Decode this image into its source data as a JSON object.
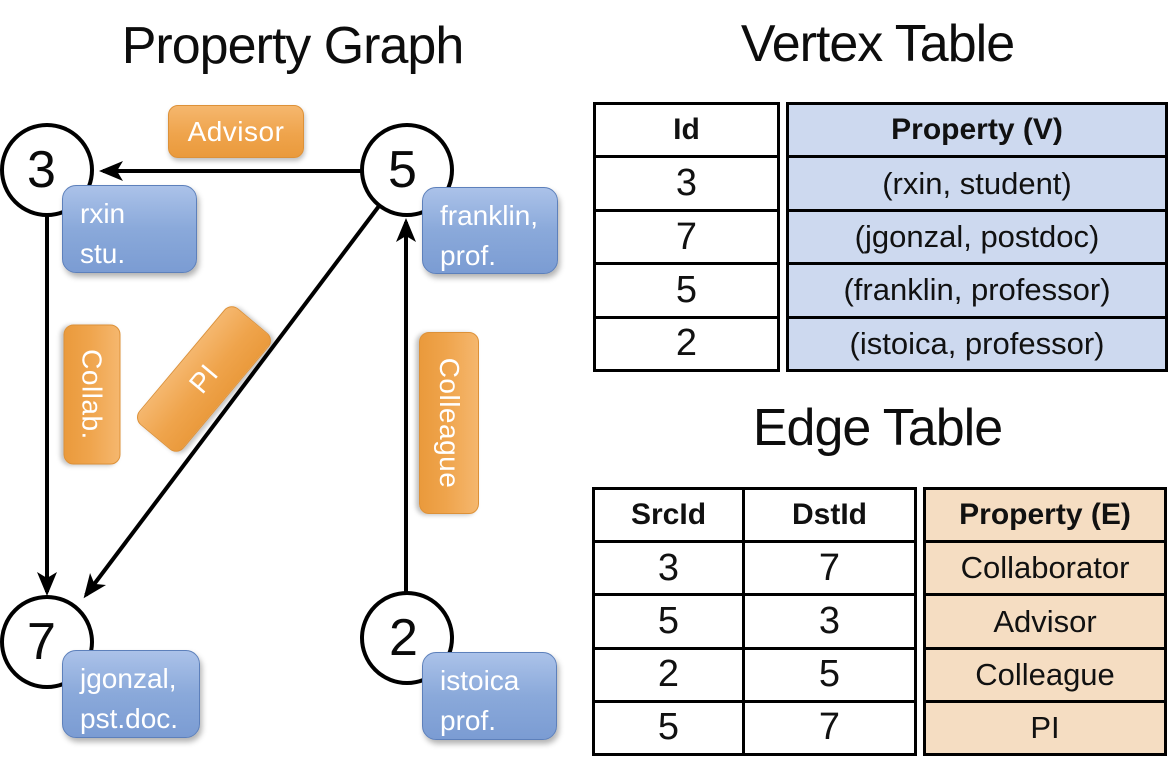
{
  "graph": {
    "title": "Property Graph",
    "nodes": [
      {
        "id": "3",
        "box_lines": [
          "rxin",
          "stu."
        ]
      },
      {
        "id": "5",
        "box_lines": [
          "franklin,",
          "prof."
        ]
      },
      {
        "id": "7",
        "box_lines": [
          "jgonzal,",
          "pst.doc."
        ]
      },
      {
        "id": "2",
        "box_lines": [
          "istoica",
          "prof."
        ]
      }
    ],
    "edge_labels": [
      {
        "text": "Advisor"
      },
      {
        "text": "Collab."
      },
      {
        "text": "PI"
      },
      {
        "text": "Colleague"
      }
    ]
  },
  "vertex_table": {
    "title": "Vertex Table",
    "columns": [
      "Id",
      "Property (V)"
    ],
    "rows": [
      [
        "3",
        "(rxin, student)"
      ],
      [
        "7",
        "(jgonzal, postdoc)"
      ],
      [
        "5",
        "(franklin, professor)"
      ],
      [
        "2",
        "(istoica, professor)"
      ]
    ]
  },
  "edge_table": {
    "title": "Edge Table",
    "columns": [
      "SrcId",
      "DstId",
      "Property (E)"
    ],
    "rows": [
      [
        "3",
        "7",
        "Collaborator"
      ],
      [
        "5",
        "3",
        "Advisor"
      ],
      [
        "2",
        "5",
        "Colleague"
      ],
      [
        "5",
        "7",
        "PI"
      ]
    ]
  },
  "colors": {
    "edge_label_orange": "#efa44c",
    "property_box_blue": "#8aa9da",
    "vertex_property_cell": "#cdd9ef",
    "edge_property_cell": "#f5ddc2",
    "table_border": "#000000",
    "node_fill": "#ffffff",
    "line_black": "#000000"
  }
}
